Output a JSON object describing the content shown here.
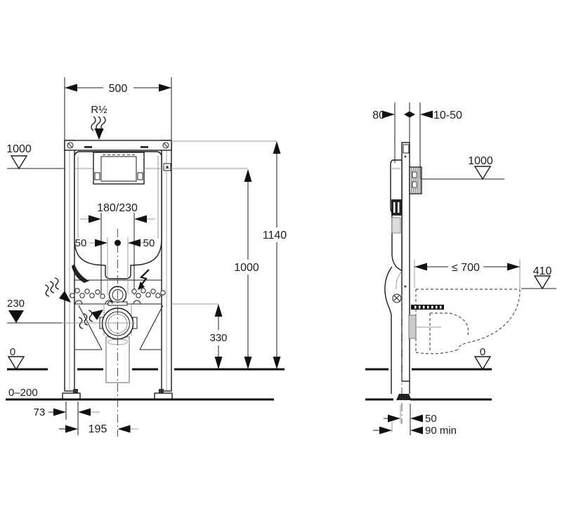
{
  "front_view": {
    "width": "500",
    "supply_thread": "R½",
    "level_1000": "1000",
    "hole_spacing": "180/230",
    "offset_left_50": "50",
    "offset_right_50": "50",
    "height_1140": "1140",
    "height_1000": "1000",
    "height_330": "330",
    "level_230": "230",
    "level_0": "0",
    "floor_range": "0–200",
    "dim_73": "73",
    "dim_195": "195"
  },
  "side_view": {
    "depth_80": "80",
    "wall_gap": "10-50",
    "level_1000": "1000",
    "pan_length": "≤ 700",
    "level_410": "410",
    "level_0": "0",
    "dim_50": "50",
    "dim_90": "90 min"
  },
  "icons": {
    "water_supply": "wavy-arrow",
    "electrical": "lightning-bolt",
    "level_open": "open-triangle",
    "level_filled": "filled-triangle"
  },
  "colors": {
    "line": "#1c1c1c",
    "leader": "#999999",
    "background": "#ffffff"
  }
}
